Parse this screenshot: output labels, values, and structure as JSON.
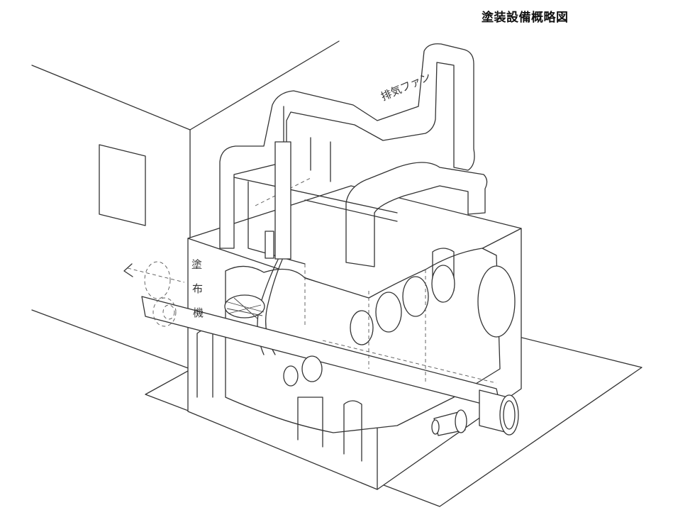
{
  "title": "塗装設備概略図",
  "labels": {
    "fan": "排気ファン",
    "coater_chars": [
      "塗",
      "布",
      "機"
    ]
  }
}
